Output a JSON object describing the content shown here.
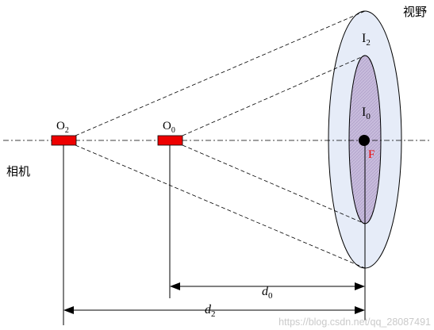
{
  "labels": {
    "field_of_view": "视野",
    "camera": "相机",
    "outer_region": "I",
    "outer_region_sub": "2",
    "inner_region": "I",
    "inner_region_sub": "0",
    "focus_point": "F",
    "far_camera": "O",
    "far_camera_sub": "2",
    "near_camera": "O",
    "near_camera_sub": "0",
    "near_distance": "d",
    "near_distance_sub": "0",
    "far_distance": "d",
    "far_distance_sub": "2"
  },
  "watermark": "https://blog.csdn.net/qq_28087491",
  "colors": {
    "outer_ellipse_fill": "#e6ecf8",
    "inner_ellipse_fill": "#c8bcdc",
    "camera_fill": "#ee0000",
    "focus_label": "#ee0000",
    "line": "#000000"
  }
}
